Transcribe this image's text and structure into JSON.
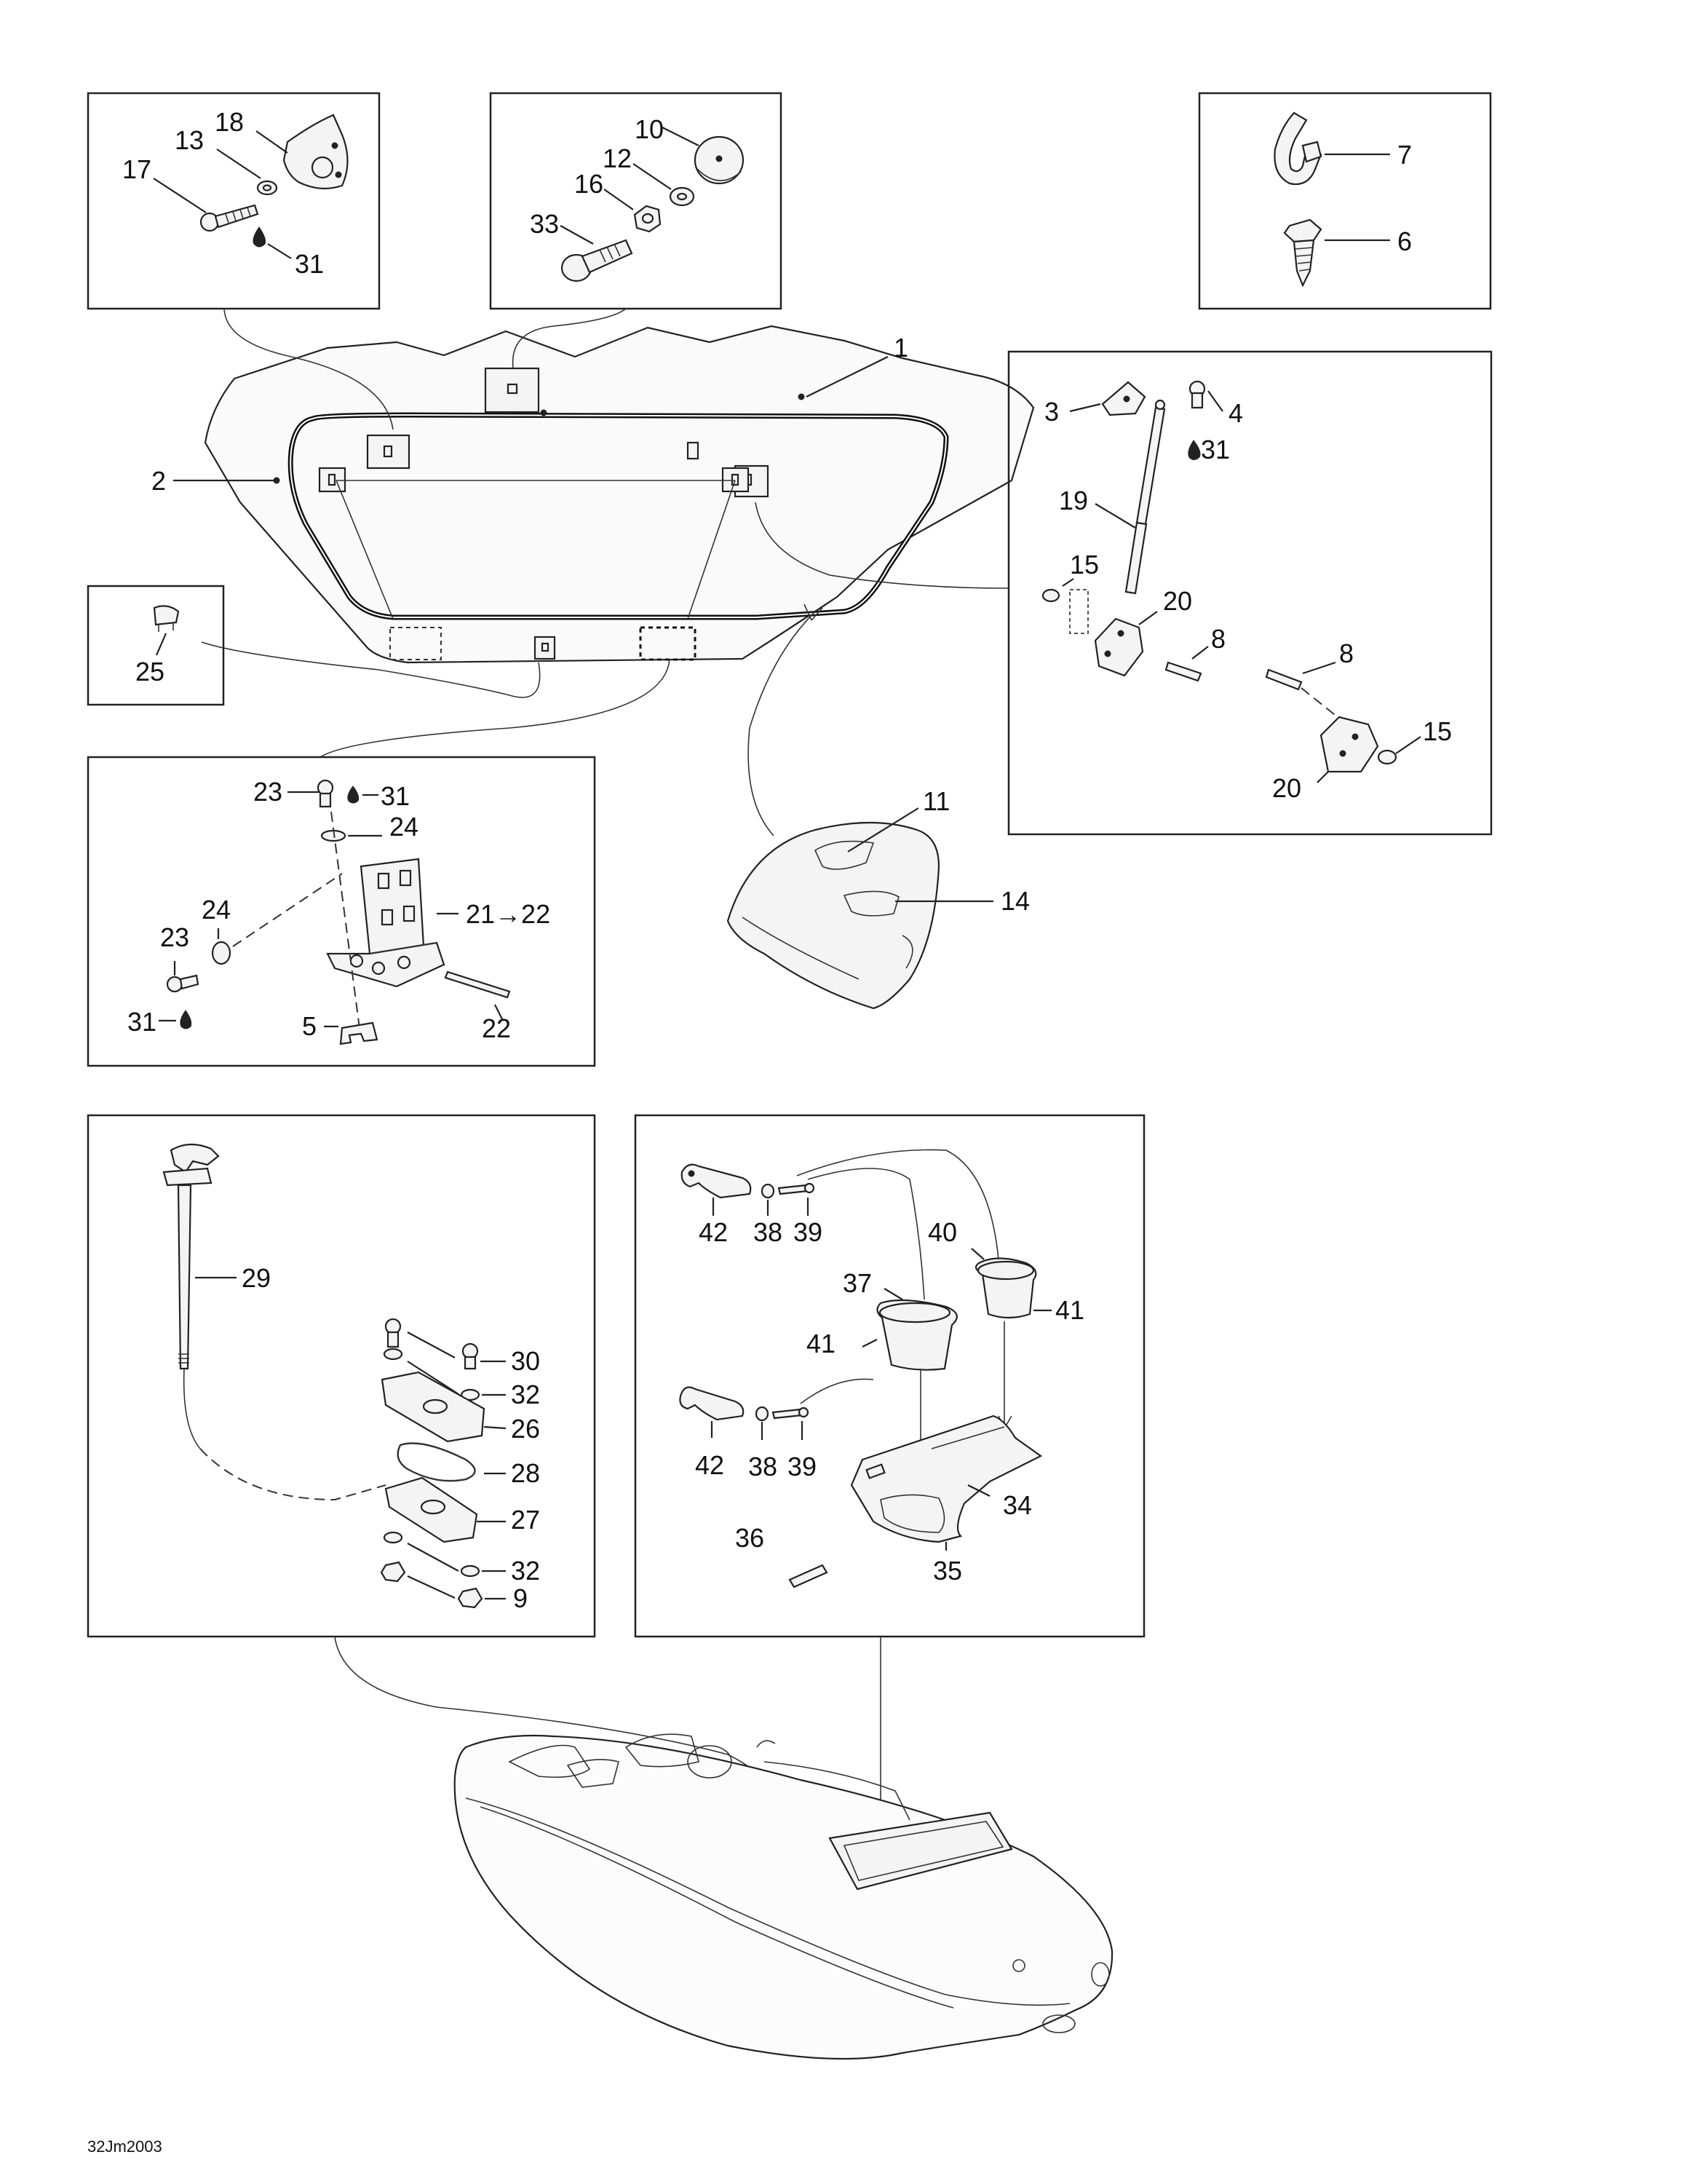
{
  "diagram_code": "32Jm2003",
  "callouts": {
    "p1": "1",
    "p2": "2",
    "p3": "3",
    "p4": "4",
    "p5": "5",
    "p6": "6",
    "p7": "7",
    "p8a": "8",
    "p8b": "8",
    "p9": "9",
    "p10": "10",
    "p11": "11",
    "p12": "12",
    "p13": "13",
    "p14": "14",
    "p15a": "15",
    "p15b": "15",
    "p16": "16",
    "p17": "17",
    "p18": "18",
    "p19": "19",
    "p20a": "20",
    "p20b": "20",
    "p21": "21→22",
    "p22": "22",
    "p23a": "23",
    "p23b": "23",
    "p24a": "24",
    "p24b": "24",
    "p25": "25",
    "p26": "26",
    "p27": "27",
    "p28": "28",
    "p29": "29",
    "p30": "30",
    "p31a": "31",
    "p31b": "31",
    "p31c": "31",
    "p31d": "31",
    "p32a": "32",
    "p32b": "32",
    "p33": "33",
    "p34": "34",
    "p35": "35",
    "p36": "36",
    "p37": "37",
    "p38a": "38",
    "p38b": "38",
    "p39a": "39",
    "p39b": "39",
    "p40": "40",
    "p41a": "41",
    "p41b": "41",
    "p42a": "42",
    "p42b": "42"
  }
}
